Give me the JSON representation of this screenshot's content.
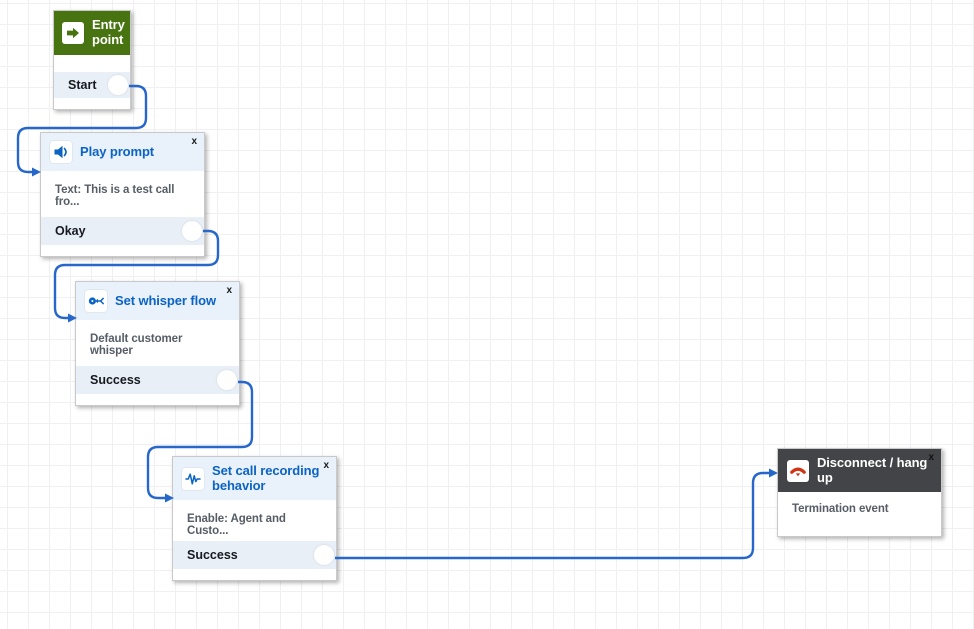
{
  "ui": {
    "close_glyph": "x"
  },
  "colors": {
    "entry_header_green": "#477410",
    "accent_blue": "#0b63c4",
    "connector_blue": "#2667c9",
    "node_header_light": "#e9f1fa",
    "output_row_bg": "#e9eff7",
    "dark_header_gray": "#424448",
    "disconnect_red": "#d13212"
  },
  "nodes": [
    {
      "key": "entry-point",
      "title": "Entry point",
      "icon": "entry-arrow-icon",
      "output": "Start"
    },
    {
      "key": "play-prompt",
      "title": "Play prompt",
      "icon": "speaker-icon",
      "body": "Text: This is a test call fro...",
      "output": "Okay"
    },
    {
      "key": "set-whisper-flow",
      "title": "Set whisper flow",
      "icon": "whisper-flow-icon",
      "body": "Default customer whisper",
      "output": "Success"
    },
    {
      "key": "set-call-recording-behavior",
      "title": "Set call recording behavior",
      "icon": "waveform-icon",
      "body": "Enable: Agent and Custo...",
      "output": "Success"
    },
    {
      "key": "disconnect-hang-up",
      "title": "Disconnect / hang up",
      "icon": "phone-hangup-icon",
      "body": "Termination event"
    }
  ],
  "edges": [
    {
      "from": "entry-point",
      "port": "Start",
      "to": "play-prompt"
    },
    {
      "from": "play-prompt",
      "port": "Okay",
      "to": "set-whisper-flow"
    },
    {
      "from": "set-whisper-flow",
      "port": "Success",
      "to": "set-call-recording-behavior"
    },
    {
      "from": "set-call-recording-behavior",
      "port": "Success",
      "to": "disconnect-hang-up"
    }
  ]
}
